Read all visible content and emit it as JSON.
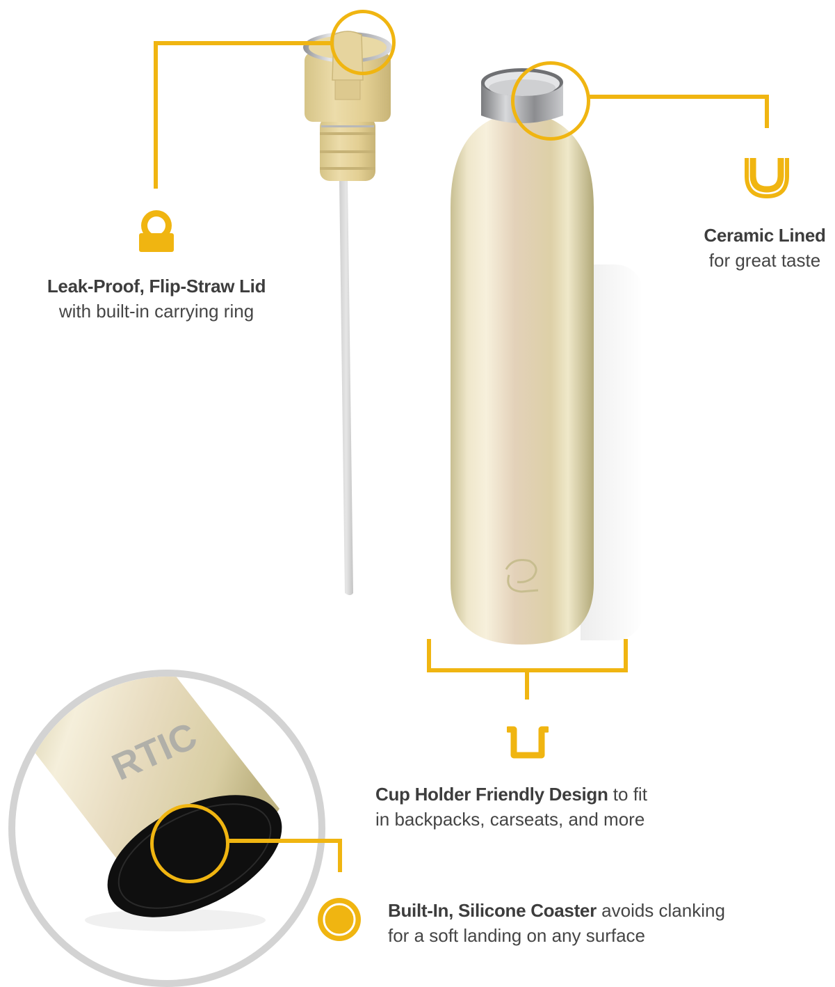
{
  "accent_color": "#f0b511",
  "features": [
    {
      "id": "lid",
      "icon": "carrying-ring-icon",
      "title": "Leak-Proof, Flip-Straw Lid",
      "description": "with built-in carrying ring"
    },
    {
      "id": "ceramic",
      "icon": "ceramic-lined-u-icon",
      "title": "Ceramic Lined",
      "description": "for great taste"
    },
    {
      "id": "cupholder",
      "icon": "cup-holder-icon",
      "title": "Cup Holder Friendly Design",
      "title_suffix": " to fit",
      "description": "in backpacks, carseats, and more"
    },
    {
      "id": "coaster",
      "icon": "coaster-icon",
      "title": "Built-In, Silicone Coaster",
      "title_suffix": " avoids clanking",
      "description": "for a soft landing on any surface"
    }
  ],
  "product": {
    "brand_mark": "RTIC",
    "bottle_color": "#d9d0a8",
    "lid_color": "#e2cf95"
  }
}
